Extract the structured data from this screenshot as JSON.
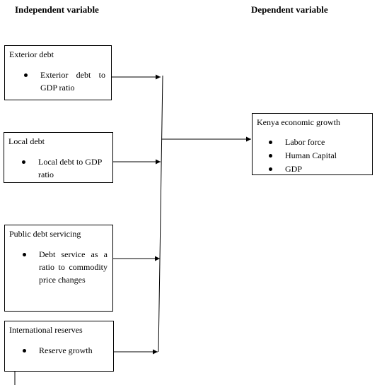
{
  "headings": {
    "independent": "Independent variable",
    "dependent": "Dependent variable"
  },
  "boxes": [
    {
      "title": "Exterior debt",
      "bullets": [
        "Exterior debt to GDP ratio"
      ]
    },
    {
      "title": "Local debt",
      "bullets": [
        "Local debt to GDP ratio"
      ]
    },
    {
      "title": "Public debt servicing",
      "bullets": [
        "Debt service as a ratio to commodity price changes"
      ]
    },
    {
      "title": "International reserves",
      "bullets": [
        "Reserve growth"
      ]
    }
  ],
  "outcome": {
    "title": "Kenya economic growth",
    "bullets": [
      "Labor force",
      "Human Capital",
      "GDP"
    ]
  }
}
